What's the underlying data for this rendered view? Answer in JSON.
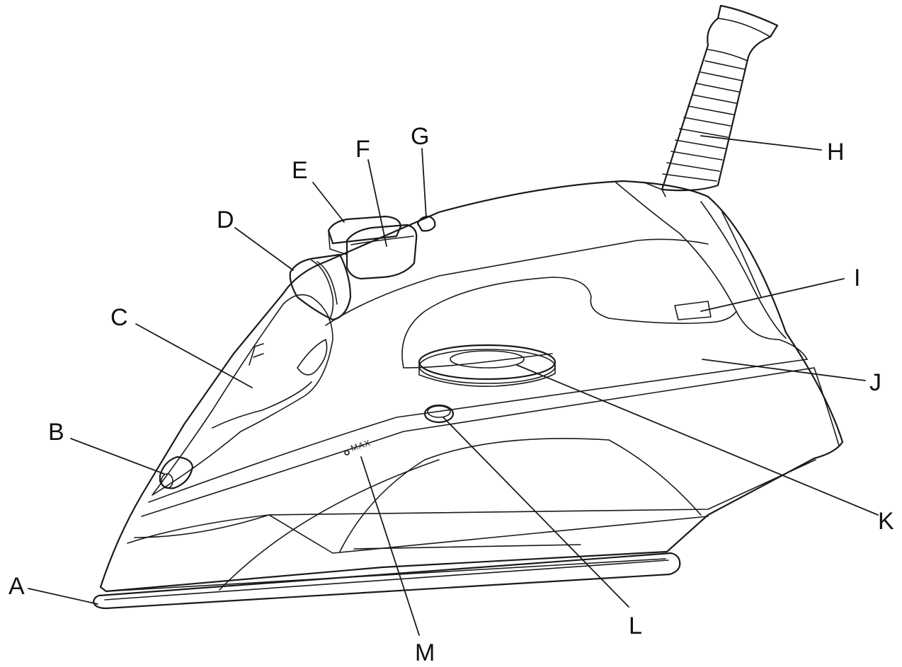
{
  "labels": {
    "a": "A",
    "b": "B",
    "c": "C",
    "d": "D",
    "e": "E",
    "f": "F",
    "g": "G",
    "h": "H",
    "i": "I",
    "j": "J",
    "k": "K",
    "l": "L",
    "m": "M"
  },
  "markings": {
    "max_fill": "MAX"
  }
}
